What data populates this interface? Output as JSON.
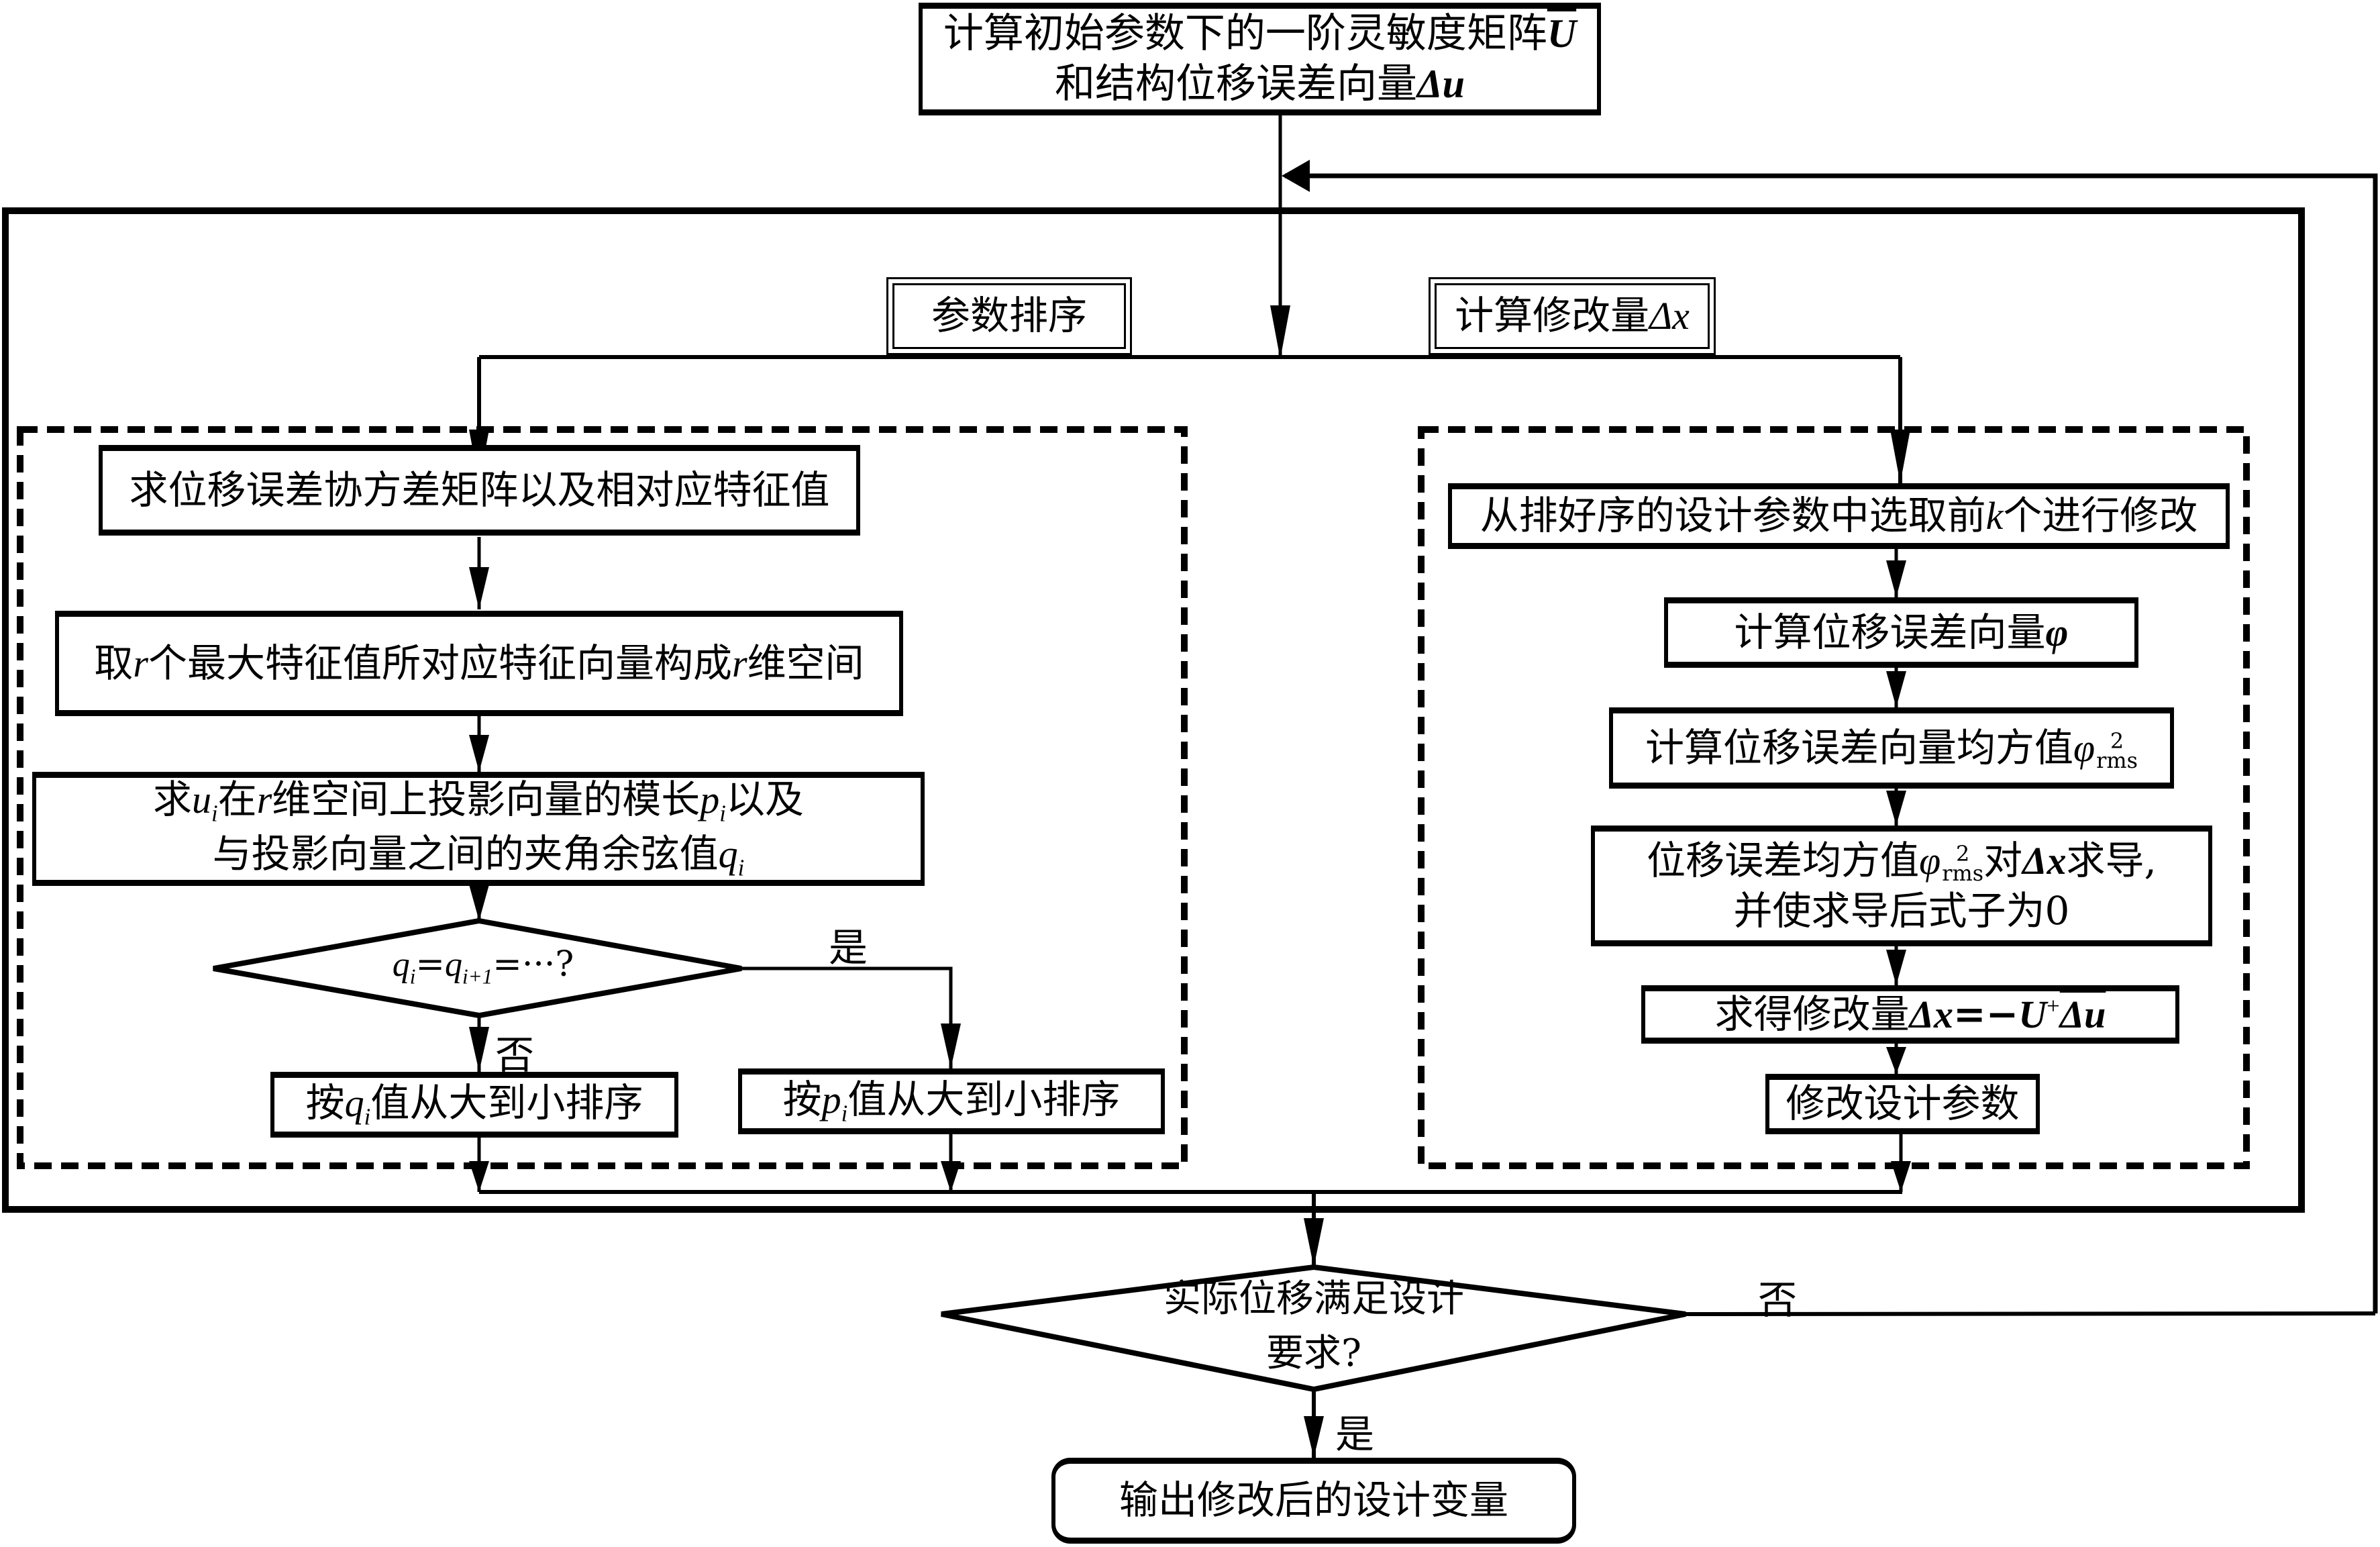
{
  "diagram": {
    "type": "flowchart",
    "start": {
      "line1": "计算初始参数下的一阶灵敏度矩阵",
      "line1_symbol": "U",
      "line2": "和结构位移误差向量",
      "line2_symbol": "Δu"
    },
    "headers": {
      "left": "参数排序",
      "right_text": "计算修改量",
      "right_symbol": "Δx"
    },
    "left_branch": {
      "step1": "求位移误差协方差矩阵以及相对应特征值",
      "step2": {
        "a": "取",
        "r1": "r",
        "b": "个最大特征值所对应特征向量构成",
        "r2": "r",
        "c": "维空间"
      },
      "step3": {
        "a": "求",
        "u": "u",
        "i1": "i",
        "b": "在",
        "r": "r",
        "c": "维空间上投影向量的模长",
        "p": "p",
        "i2": "i",
        "d": "以及",
        "line2": "与投影向量之间的夹角余弦值",
        "q": "q",
        "i3": "i"
      },
      "decision": {
        "q1": "q",
        "s1": "i",
        "eq1": "=",
        "q2": "q",
        "s2": "i+1",
        "rest": "=···?"
      },
      "yes_label": "是",
      "no_label": "否",
      "sort_q": {
        "a": "按",
        "q": "q",
        "i": "i",
        "b": "值从大到小排序"
      },
      "sort_p": {
        "a": "按",
        "p": "p",
        "i": "i",
        "b": "值从大到小排序"
      }
    },
    "right_branch": {
      "step1": {
        "a": "从排好序的设计参数中选取前",
        "k": "k",
        "b": "个进行修改"
      },
      "step2": {
        "a": "计算位移误差向量",
        "phi": "φ"
      },
      "step3": {
        "a": "计算位移误差向量均方值",
        "phi": "φ",
        "sup": "2",
        "sub": "rms"
      },
      "step4": {
        "a": "位移误差均方值",
        "phi": "φ",
        "sup": "2",
        "sub": "rms",
        "b": "对",
        "dx": "Δx",
        "c": "求导,",
        "line2": "并使求导后式子为0"
      },
      "step5": {
        "a": "求得修改量",
        "expr1": "Δx",
        "eq": "=−",
        "U": "U",
        "plus": "+",
        "du": "Δu"
      },
      "step6": "修改设计参数"
    },
    "final_decision": {
      "line1": "实际位移满足设计",
      "line2": "要求?",
      "no_label": "否",
      "yes_label": "是"
    },
    "end": "输出修改后的设计变量"
  }
}
